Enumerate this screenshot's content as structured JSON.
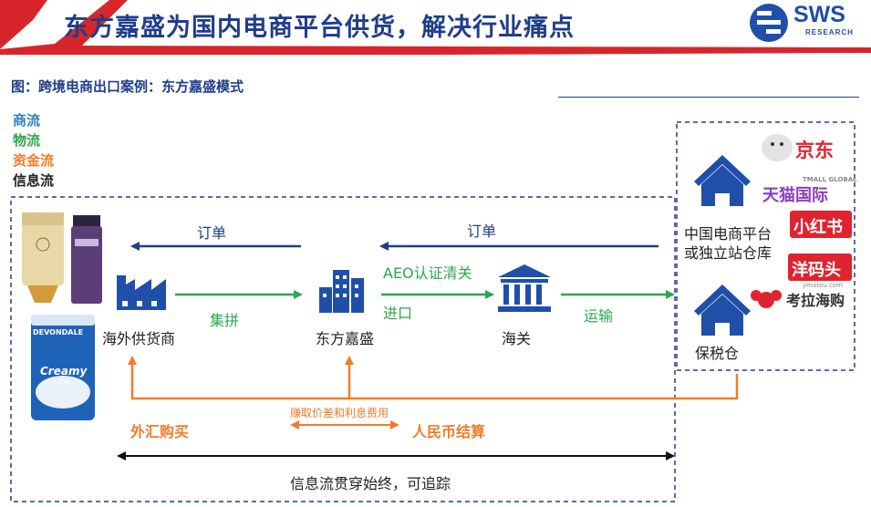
{
  "header": {
    "title": "东方嘉盛为国内电商平台供货，解决行业痛点",
    "logo_text": "SWS",
    "logo_sub": "RESEARCH"
  },
  "figure": {
    "caption": "图：跨境电商出口案例：东方嘉盛模式"
  },
  "legend": [
    {
      "label": "商流",
      "color": "#2f7fc1"
    },
    {
      "label": "物流",
      "color": "#2aa84a"
    },
    {
      "label": "资金流",
      "color": "#f07c2a"
    },
    {
      "label": "信息流",
      "color": "#222222"
    }
  ],
  "nodes": {
    "supplier": "海外供货商",
    "dongfang": "东方嘉盛",
    "customs": "海关",
    "platform": "中国电商平台",
    "platform2": "或独立站仓库",
    "bonded": "保税仓"
  },
  "flows": {
    "order1": "订单",
    "order2": "订单",
    "consolidate": "集拼",
    "aeo": "AEO认证清关",
    "import": "进口",
    "transport": "运输",
    "fx": "外汇购买",
    "spread": "赚取价差和利息费用",
    "rmb": "人民币结算",
    "info": "信息流贯穿始终，可追踪"
  },
  "brands": {
    "jd": "京东",
    "tmall": "天猫国际",
    "tmall_small": "TMALL GLOBAL",
    "xhs": "小红书",
    "ymt": "洋码头",
    "ymt_small": "ymatou.com",
    "kaola": "考拉海购"
  },
  "products": {
    "milk_brand": "DEVONDALE",
    "milk_line1": "Creamy",
    "milk_line2": "one"
  },
  "colors": {
    "navy": "#1f3d8c",
    "red": "#d7262b",
    "blue_arrow": "#1f3d8c",
    "green": "#2aa84a",
    "orange": "#f07c2a",
    "icon_blue": "#1f4fa8"
  }
}
